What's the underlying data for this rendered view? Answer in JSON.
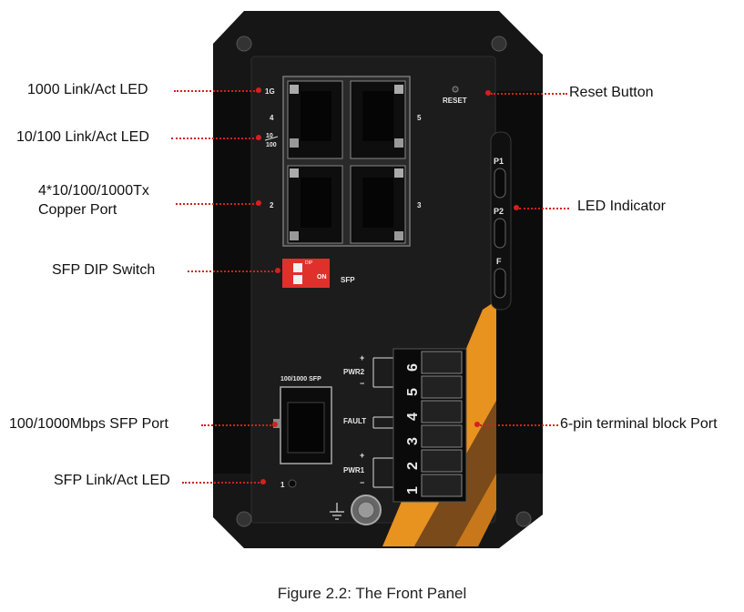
{
  "callouts": {
    "led_1000": "1000 Link/Act LED",
    "led_10_100": "10/100 Link/Act LED",
    "copper_port_line1": "4*10/100/1000Tx",
    "copper_port_line2": "Copper Port",
    "dip_switch": "SFP DIP Switch",
    "sfp_port": "100/1000Mbps SFP Port",
    "sfp_led": "SFP Link/Act LED",
    "reset_button": "Reset Button",
    "led_indicator": "LED Indicator",
    "terminal_block": "6-pin terminal block Port"
  },
  "device_labels": {
    "g1": "1G",
    "port4": "4",
    "port5": "5",
    "l10": "10",
    "l100": "100",
    "port2": "2",
    "port3": "3",
    "reset": "RESET",
    "p1": "P1",
    "p2": "P2",
    "f": "F",
    "sfp": "SFP",
    "dip": "DIP",
    "on": "ON",
    "sfp_title": "100/1000 SFP",
    "pwr2": "PWR2",
    "fault": "FAULT",
    "pwr1": "PWR1",
    "plus": "+",
    "minus": "−",
    "sfp_port_num": "1",
    "pin1": "1",
    "pin2": "2",
    "pin3": "3",
    "pin4": "4",
    "pin5": "5",
    "pin6": "6"
  },
  "caption": "Figure 2.2: The Front Panel",
  "colors": {
    "leader": "#d4201e",
    "dip_switch": "#e0302c",
    "stripe_orange": "#e8921f"
  }
}
